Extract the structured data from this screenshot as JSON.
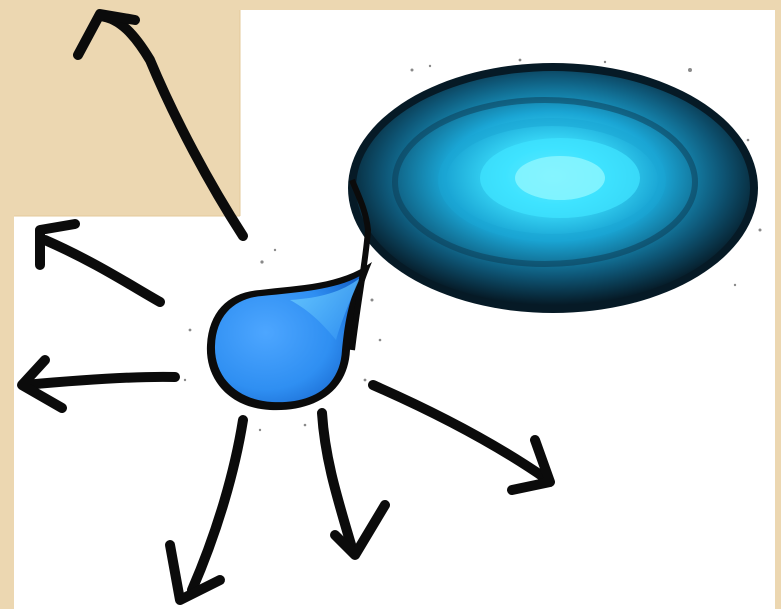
{
  "colors": {
    "frame_beige": "#ecd7b1",
    "frame_border": "#d9bf8f",
    "canvas_white": "#ffffff",
    "ink_black": "#0b0b0b",
    "drop_blue": "#2f8ff2",
    "drop_dark_blue": "#1461c9",
    "disk_dark": "#0a2c3f",
    "disk_mid": "#137fa8",
    "disk_glow": "#3fe3ff",
    "disk_core": "#8ff6ff"
  },
  "icons": {
    "droplet": "droplet-icon",
    "disk": "swirling-disk-icon",
    "arrow": "arrow-icon"
  },
  "arrows": [
    {
      "name": "arrow-up-left"
    },
    {
      "name": "arrow-left-upper"
    },
    {
      "name": "arrow-left"
    },
    {
      "name": "arrow-down-left"
    },
    {
      "name": "arrow-down"
    },
    {
      "name": "arrow-down-right"
    }
  ]
}
